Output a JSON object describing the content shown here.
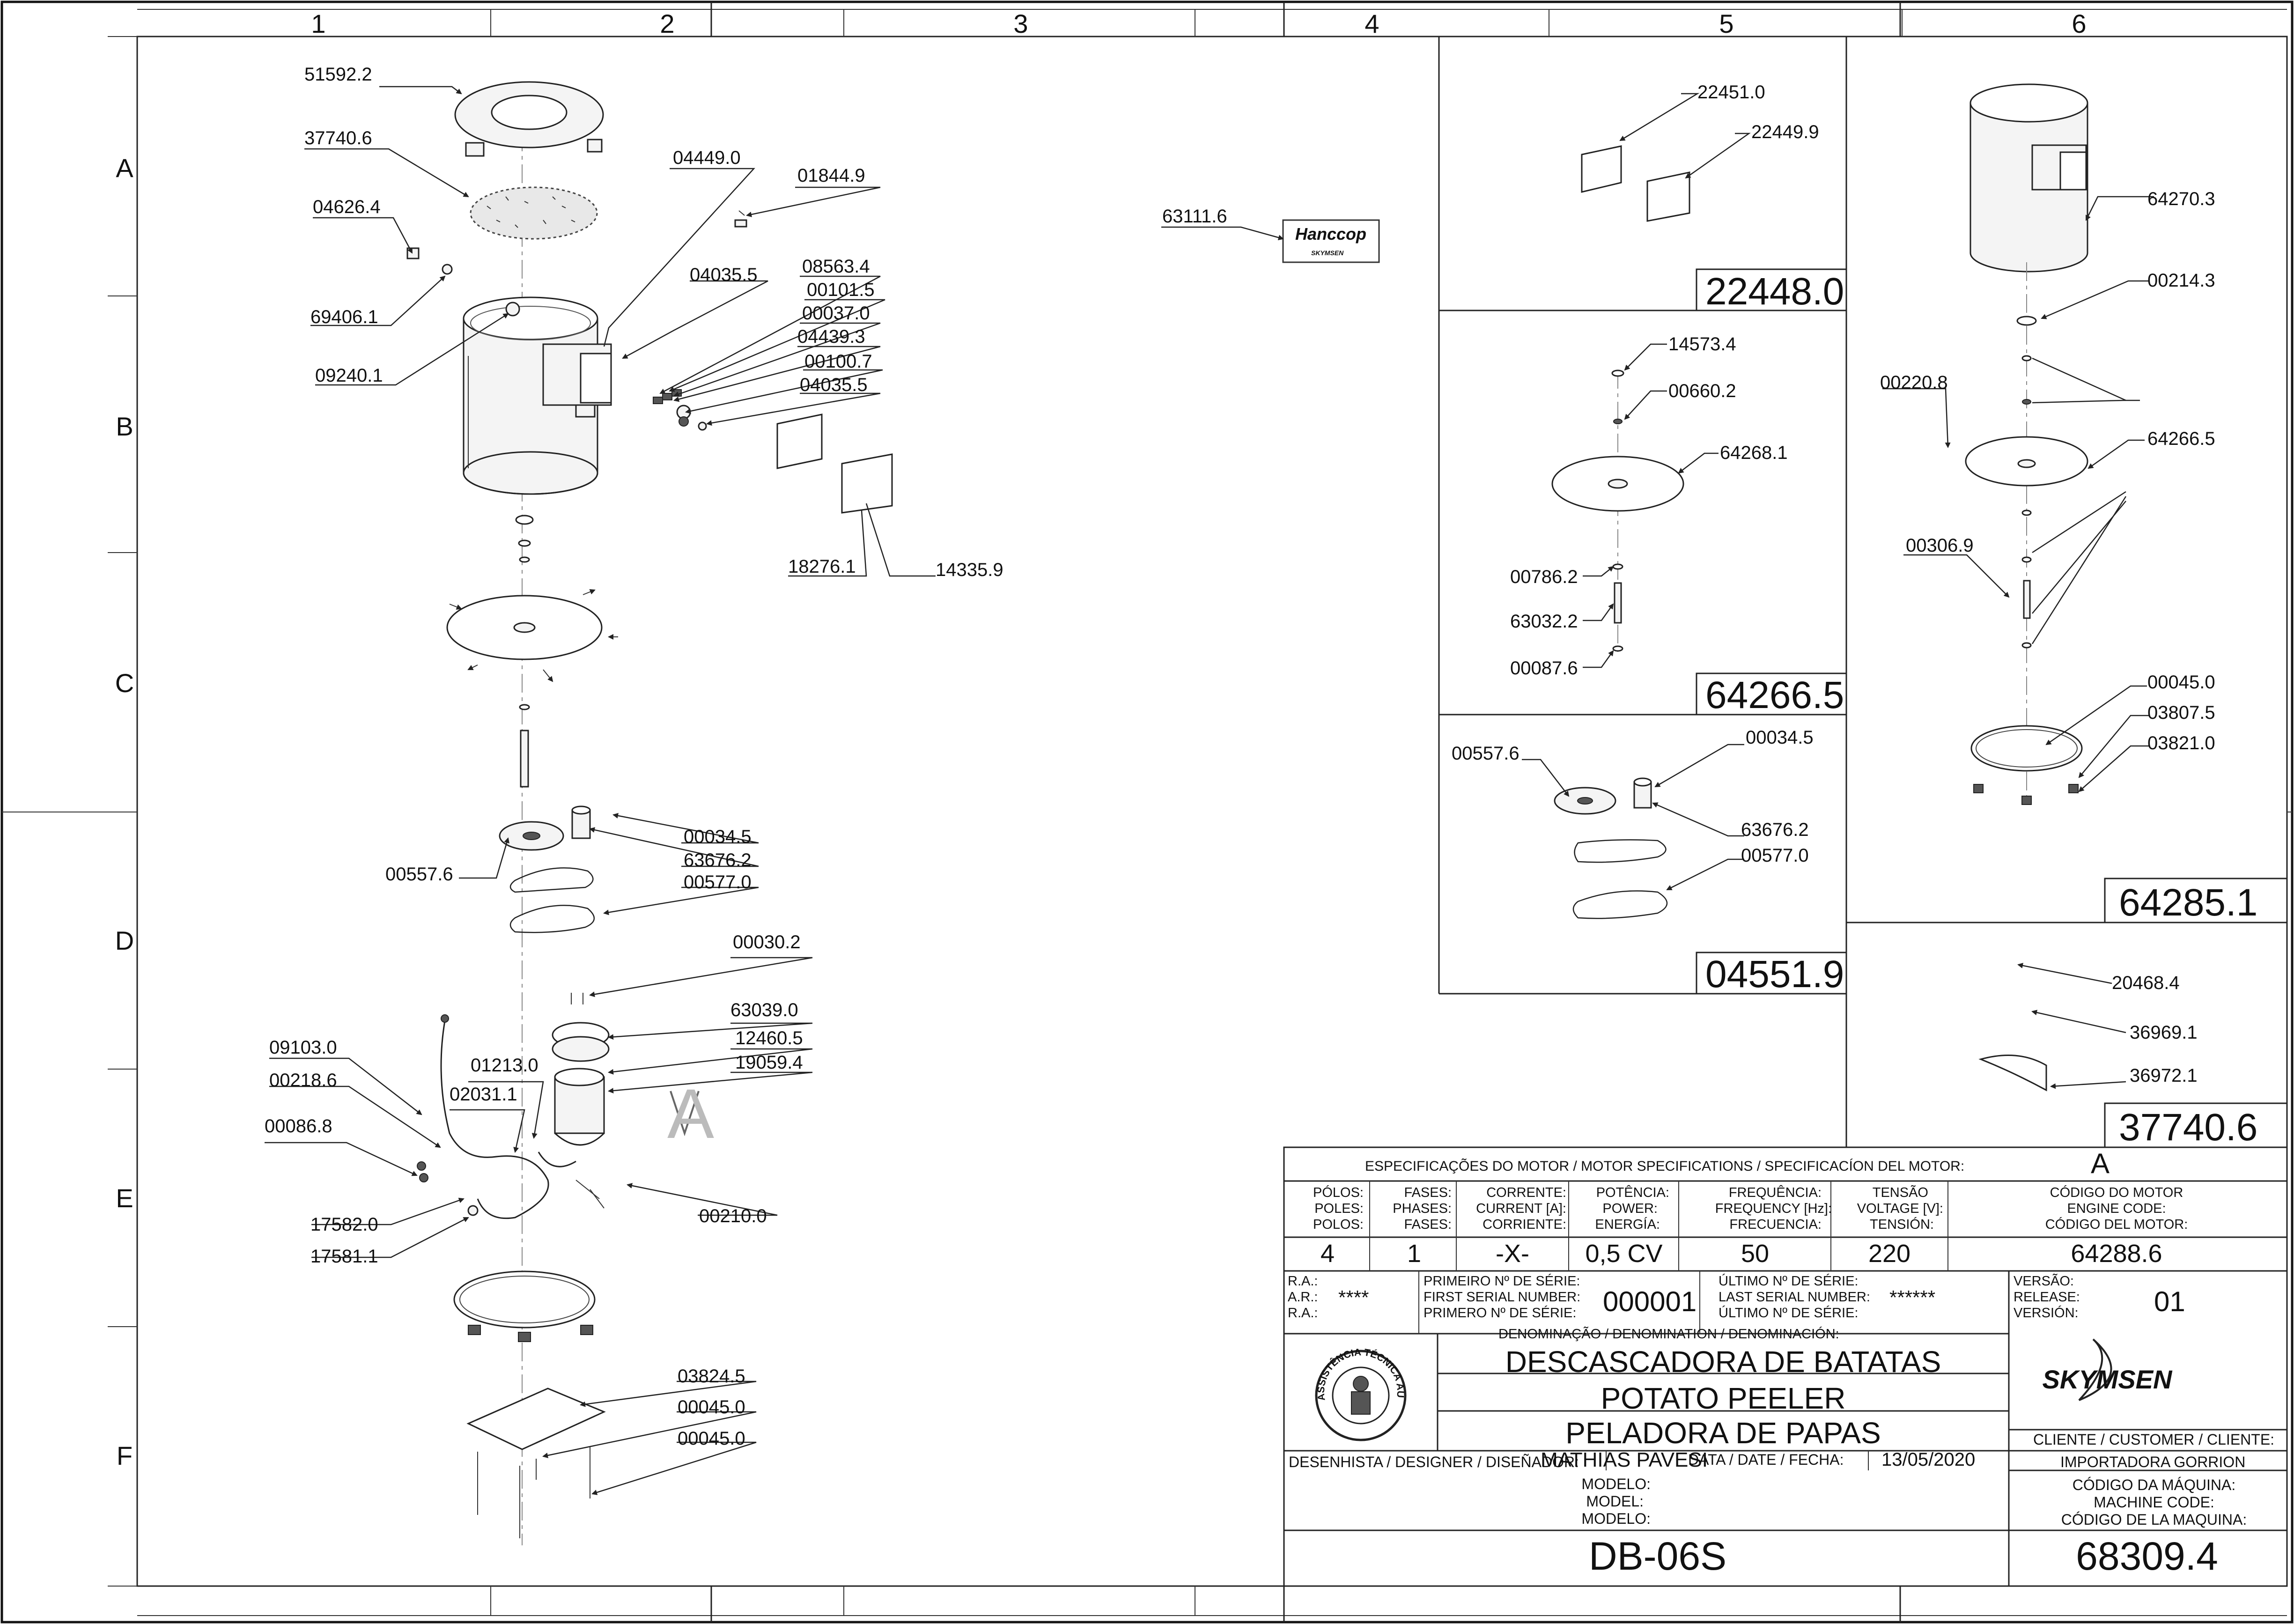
{
  "grid": {
    "columns": [
      "1",
      "2",
      "3",
      "4",
      "5",
      "6"
    ],
    "rows": [
      "A",
      "B",
      "C",
      "D",
      "E",
      "F"
    ]
  },
  "main_parts": [
    "51592.2",
    "37740.6",
    "04449.0",
    "01844.9",
    "04626.4",
    "69406.1",
    "09240.1",
    "04035.5",
    "08563.4",
    "00101.5",
    "00037.0",
    "04439.3",
    "00100.7",
    "04035.5",
    "18276.1",
    "14335.9",
    "00034.5",
    "63676.2",
    "00577.0",
    "00557.6",
    "00030.2",
    "63039.0",
    "12460.5",
    "19059.4",
    "09103.0",
    "00218.6",
    "01213.0",
    "02031.1",
    "00086.8",
    "00210.0",
    "17582.0",
    "17581.1",
    "03824.5",
    "00045.0",
    "00045.0"
  ],
  "logo_part": {
    "code": "63111.6",
    "brand": "Hanccop",
    "sub": "SKYMSEN"
  },
  "assembly_letter": "A",
  "insets": {
    "22448": {
      "id": "22448.0",
      "parts": [
        "22451.0",
        "22449.9"
      ]
    },
    "64266": {
      "id": "64266.5",
      "parts": [
        "14573.4",
        "00660.2",
        "64268.1",
        "00786.2",
        "63032.2",
        "00087.6"
      ]
    },
    "04551": {
      "id": "04551.9",
      "parts": [
        "00557.6",
        "00034.5",
        "63676.2",
        "00577.0"
      ]
    },
    "64285": {
      "id": "64285.1",
      "parts": [
        "64270.3",
        "00214.3",
        "00220.8",
        "64266.5",
        "00306.9",
        "00045.0",
        "03807.5",
        "03821.0"
      ]
    },
    "37740": {
      "id": "37740.6",
      "parts": [
        "20468.4",
        "36969.1",
        "36972.1"
      ]
    }
  },
  "title_block": {
    "motor_spec_header": "ESPECIFICAÇÕES DO MOTOR / MOTOR SPECIFICATIONS / SPECIFICACÍON DEL MOTOR:",
    "motor_spec_value": "A",
    "col_headers": {
      "polos": [
        "PÓLOS:",
        "POLES:",
        "POLOS:"
      ],
      "fases": [
        "FASES:",
        "PHASES:",
        "FASES:"
      ],
      "corrente": [
        "CORRENTE:",
        "CURRENT [A]:",
        "CORRIENTE:"
      ],
      "potencia": [
        "POTÊNCIA:",
        "POWER:",
        "ENERGÍA:"
      ],
      "frequencia": [
        "FREQUÊNCIA:",
        "FREQUENCY [Hz]:",
        "FRECUENCIA:"
      ],
      "tensao": [
        "TENSÃO",
        "VOLTAGE [V]:",
        "TENSIÓN:"
      ],
      "codigo_motor": [
        "CÓDIGO DO MOTOR",
        "ENGINE CODE:",
        "CÓDIGO DEL MOTOR:"
      ]
    },
    "values": {
      "polos": "4",
      "fases": "1",
      "corrente": "-X-",
      "potencia": "0,5 CV",
      "frequencia": "50",
      "tensao": "220",
      "codigo_motor": "64288.6"
    },
    "ra_labels": [
      "R.A.:",
      "A.R.:",
      "R.A.:"
    ],
    "ra_value": "****",
    "first_serial_labels": [
      "PRIMEIRO Nº DE SÉRIE:",
      "FIRST SERIAL NUMBER:",
      "PRIMERO Nº DE SÉRIE:"
    ],
    "first_serial": "000001",
    "last_serial_labels": [
      "ÚLTIMO Nº DE SÉRIE:",
      "LAST SERIAL NUMBER:",
      "ÚLTIMO Nº DE SÉRIE:"
    ],
    "last_serial": "******",
    "version_labels": [
      "VERSÃO:",
      "RELEASE:",
      "VERSIÓN:"
    ],
    "version": "01",
    "denomination_header": "DENOMINAÇÃO / DENOMINATION / DENOMINACIÓN:",
    "names": [
      "DESCASCADORA DE BATATAS",
      "POTATO PEELER",
      "PELADORA DE PAPAS"
    ],
    "seal_text": "ASSISTÊNCIA TÉCNICA AUTORIZADA",
    "brand": "SKYMSEN",
    "client_label": "CLIENTE / CUSTOMER / CLIENTE:",
    "client": "IMPORTADORA GORRION",
    "designer_label": "DESENHISTA / DESIGNER / DISEÑADOR:",
    "designer": "MATHIAS PAVESI",
    "date_label": "DATA / DATE / FECHA:",
    "date": "13/05/2020",
    "model_labels": [
      "MODELO:",
      "MODEL:",
      "MODELO:"
    ],
    "model": "DB-06S",
    "machine_code_labels": [
      "CÓDIGO DA MÁQUINA:",
      "MACHINE CODE:",
      "CÓDIGO DE LA MAQUINA:"
    ],
    "machine_code": "68309.4"
  }
}
